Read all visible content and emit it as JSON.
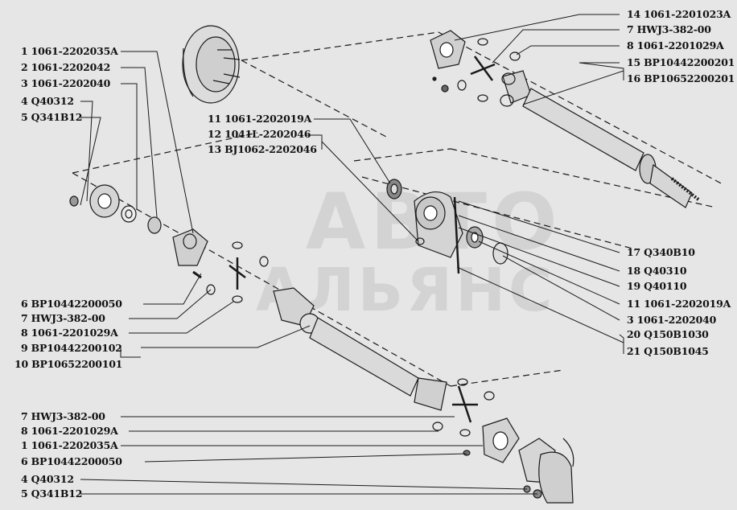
{
  "watermark": {
    "line1": "АВТО",
    "line2": "АЛЬЯНС"
  },
  "colors": {
    "background": "#e6e6e6",
    "line": "#1a1a1a",
    "part_fill": "#d9d9d9",
    "watermark": "#d3d3d3"
  },
  "labels_left_top": [
    "1 1061-2202035A",
    "2 1061-2202042",
    "3 1061-2202040",
    "4 Q40312",
    "5 Q341B12"
  ],
  "labels_left_middle": [
    "6 BP10442200050",
    "7 HWJ3-382-00",
    "8 1061-2201029A",
    "9 BP10442200102",
    "10 BP10652200101"
  ],
  "labels_left_bottom": [
    "7 HWJ3-382-00",
    "8 1061-2201029A",
    "1 1061-2202035A",
    "6 BP10442200050",
    "4 Q40312",
    "5 Q341B12"
  ],
  "labels_center": [
    "11 1061-2202019A",
    "12 1041L-2202046",
    "13 BJ1062-2202046"
  ],
  "labels_right_top": [
    "14 1061-2201023A",
    "7 HWJ3-382-00",
    "8 1061-2201029A",
    "15 BP10442200201",
    "16 BP10652200201"
  ],
  "labels_right_bottom": [
    "17 Q340B10",
    "18 Q40310",
    "19 Q40110",
    "11 1061-2202019A",
    "3 1061-2202040",
    "20 Q150B1030",
    "21 Q150B1045"
  ]
}
